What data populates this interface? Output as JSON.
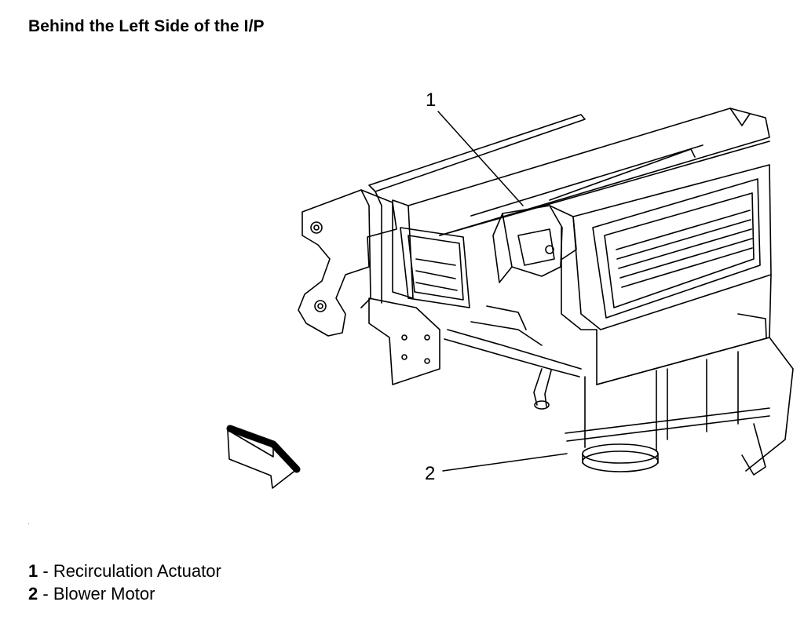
{
  "title": "Behind the Left Side of the I/P",
  "callouts": [
    {
      "number": "1"
    },
    {
      "number": "2"
    }
  ],
  "legend": [
    {
      "number": "1",
      "separator": " - ",
      "label": "Recirculation Actuator"
    },
    {
      "number": "2",
      "separator": " - ",
      "label": "Blower Motor"
    }
  ]
}
